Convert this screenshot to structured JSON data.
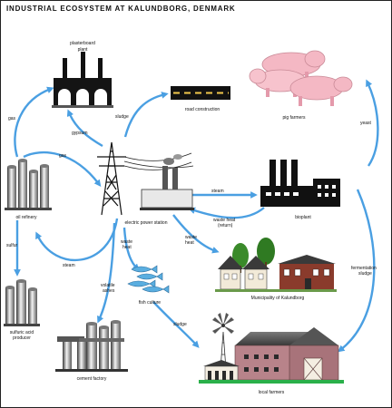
{
  "title": "INDUSTRIAL ECOSYSTEM AT KALUNDBORG, DENMARK",
  "nodes": {
    "plasterboard": "plasterboard plant",
    "road": "road construction",
    "pig_farmers": "pig farmers",
    "oil_refinery": "oil refinery",
    "power_station": "electric power station",
    "bioplant": "bioplant",
    "sulfuric_acid": "sulfuric acid producer",
    "municipality": "Municipality of Kalundborg",
    "fish_culture": "fish culture",
    "cement_factory": "cement factory",
    "local_farmers": "local farmers"
  },
  "flows": {
    "gas_left": "gas",
    "gas_mid": "gas",
    "gypsum": "gypsum",
    "sludge_road": "sludge",
    "yeast": "yeast",
    "steam_bioplant": "steam",
    "waste_heat_return_1": "waste heat",
    "waste_heat_return_2": "(return)",
    "sulfur": "sulfur",
    "steam_refinery": "steam",
    "waste_heat_fish_1": "waste",
    "waste_heat_fish_2": "heat",
    "waste_heat_muni_1": "waste",
    "waste_heat_muni_2": "heat",
    "fermentation_1": "fermentation",
    "fermentation_2": "sludge",
    "volatile_1": "volatile",
    "volatile_2": "ashes",
    "sludge_farmers": "sludge"
  },
  "colors": {
    "arrow": "#4a9fe2",
    "pig": "#f4b8c4",
    "house_red": "#8a3b2c",
    "barn": "#b8838a",
    "tree": "#3a8a2a",
    "ground": "#2ab04a"
  }
}
